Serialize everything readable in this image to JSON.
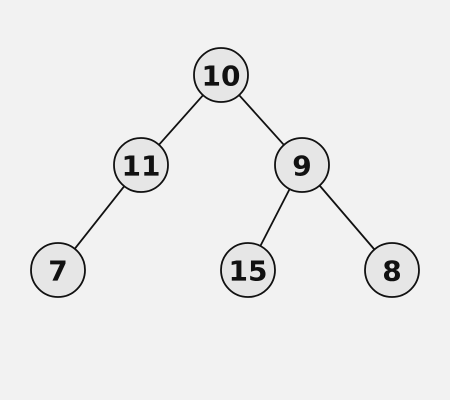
{
  "tree": {
    "nodes": [
      {
        "id": "n10",
        "label": "10"
      },
      {
        "id": "n11",
        "label": "11"
      },
      {
        "id": "n9",
        "label": "9"
      },
      {
        "id": "n7",
        "label": "7"
      },
      {
        "id": "n15",
        "label": "15"
      },
      {
        "id": "n8",
        "label": "8"
      }
    ],
    "edges": [
      {
        "from": "n10",
        "to": "n11"
      },
      {
        "from": "n10",
        "to": "n9"
      },
      {
        "from": "n11",
        "to": "n7"
      },
      {
        "from": "n9",
        "to": "n15"
      },
      {
        "from": "n9",
        "to": "n8"
      }
    ]
  },
  "colors": {
    "background": "#f2f2f2",
    "node_fill": "#e6e6e6",
    "stroke": "#111111",
    "text": "#111111"
  }
}
